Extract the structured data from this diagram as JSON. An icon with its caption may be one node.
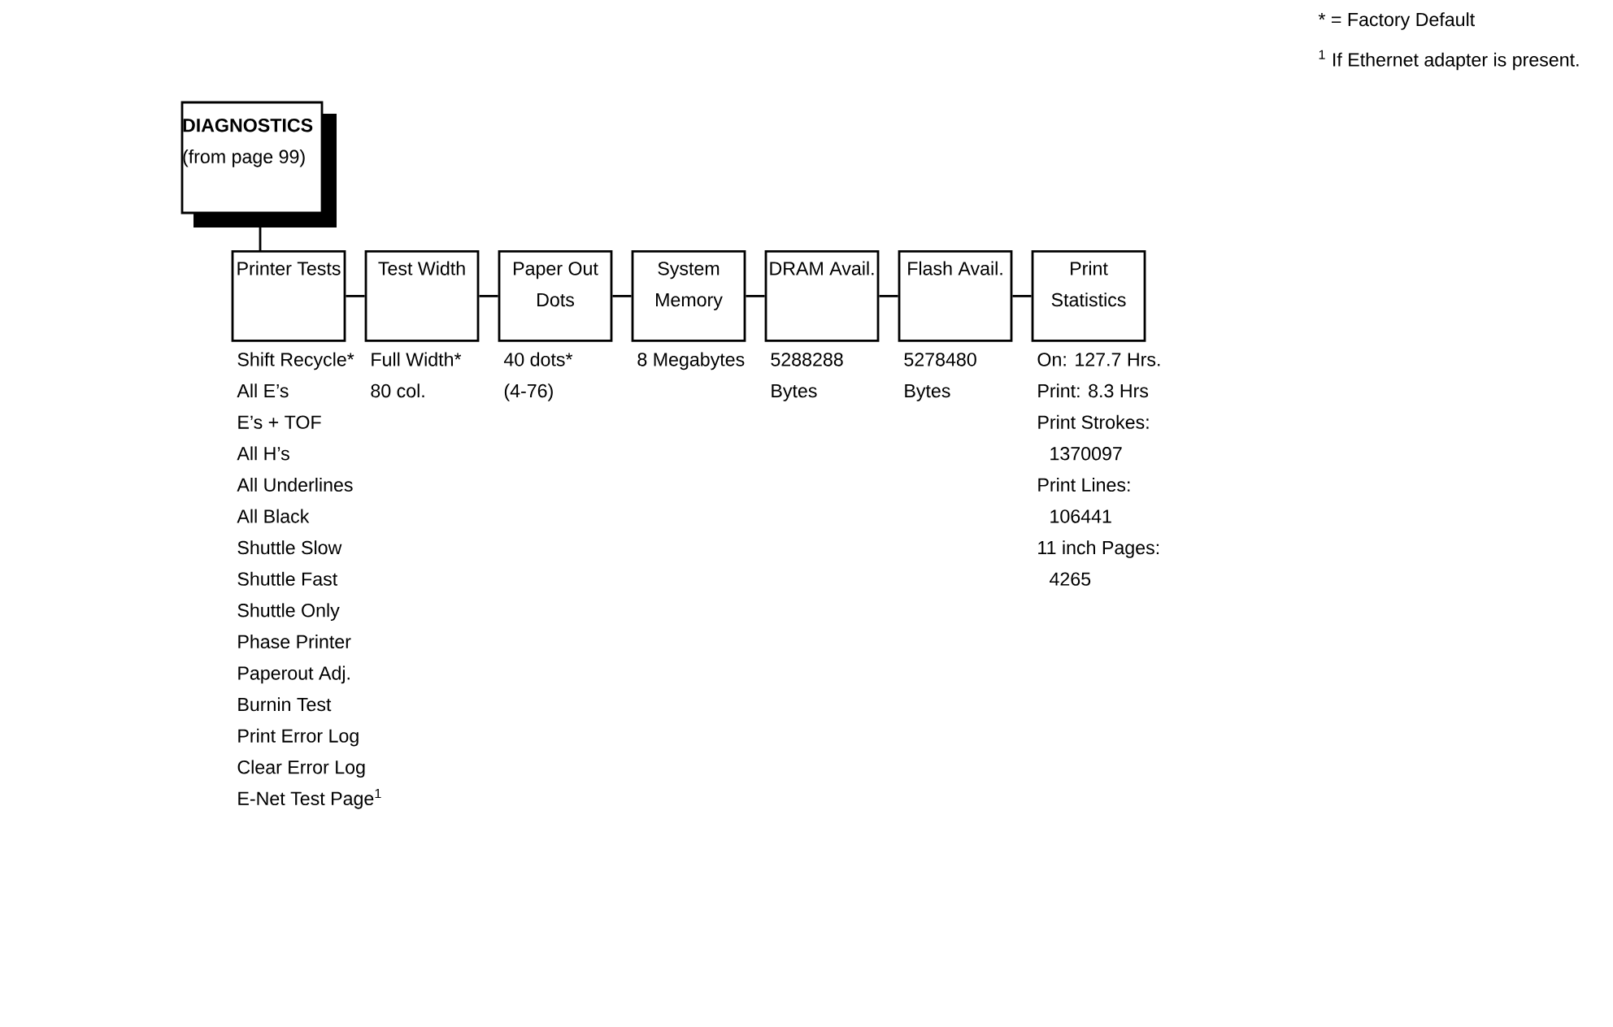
{
  "diagram": {
    "nodes": [
      {
        "text": [
          "DIAGNOSTICS",
          "(from page 99)"
        ]
      },
      {
        "text": [
          "Printer Tests"
        ],
        "beside": [
          "Shift Recycle*",
          "All E’s",
          "E’s + TOF",
          "All H’s",
          "All Underlines",
          "All Black",
          "Shuttle Slow",
          "Shuttle Fast",
          "Shuttle Only",
          "Phase Printer",
          "Paperout Adj.",
          "Burnin Test",
          "Print Error Log",
          "Clear Error Log",
          "E-Net Test Page$^{1}$"
        ]
      },
      {
        "text": [
          "Test Width"
        ],
        "beside": [
          "Full Width*",
          "80 col."
        ]
      },
      {
        "text": [
          "Paper Out Dots"
        ],
        "beside": [
          "40 dots*",
          "(4-76)"
        ]
      },
      {
        "text": [
          "System Memory"
        ],
        "beside": [
          "8 Megabytes"
        ]
      },
      {
        "text": [
          "DRAM Avail."
        ],
        "beside": [
          "5288288",
          "Bytes"
        ]
      },
      {
        "text": [
          "Flash Avail."
        ],
        "beside": [
          "5278480",
          "Bytes"
        ]
      },
      {
        "text": [
          "Print Statistics"
        ],
        "beside": [
          "On: 127.7 Hrs.",
          "Print: 8.3 Hrs",
          "Print Strokes:",
          "1370097",
          "Print Lines:",
          "106441",
          "11 inch Pages:",
          "4265"
        ]
      }
    ],
    "edges": [
      {
        "from": 0,
        "to": 1,
        "arrow": "none"
      },
      {
        "from": 1,
        "to": 2,
        "arrow": "none"
      },
      {
        "from": 2,
        "to": 3,
        "arrow": "none"
      },
      {
        "from": 3,
        "to": 4,
        "arrow": "none"
      },
      {
        "from": 4,
        "to": 5,
        "arrow": "none"
      },
      {
        "from": 5,
        "to": 6,
        "arrow": "none"
      },
      {
        "from": 6,
        "to": 7,
        "arrow": "none"
      }
    ],
    "labels": [
      "* = Factory Default",
      "$^{1}$ If Ethernet adapter is present."
    ]
  }
}
